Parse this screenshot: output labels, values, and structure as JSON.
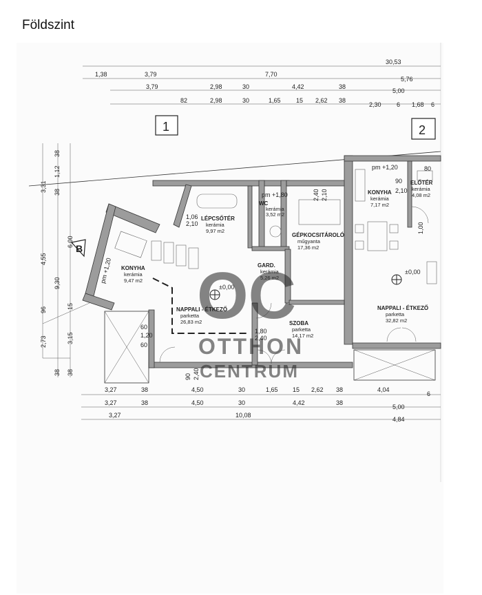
{
  "title": "Földszint",
  "unit_labels": {
    "u1": "1",
    "u2": "2",
    "section": "B"
  },
  "watermark": {
    "logo": "OC",
    "line1": "OTTHON",
    "line2": "CENTRUM"
  },
  "dims_top": [
    [
      "30,53"
    ],
    [
      "1,38",
      "3,79",
      "7,70",
      "5,76"
    ],
    [
      "3,79",
      "2,98",
      "30",
      "4,42",
      "38",
      "5,00"
    ],
    [
      "82",
      "2,98",
      "30",
      "1,65",
      "15",
      "2,62",
      "38",
      "2,30",
      "6",
      "1,68",
      "6"
    ]
  ],
  "dims_bottom": [
    [
      "3,27",
      "38",
      "4,50",
      "30",
      "1,65",
      "15",
      "2,62",
      "38",
      "4,04",
      "6"
    ],
    [
      "3,27",
      "38",
      "4,50",
      "30",
      "4,42",
      "38",
      "5,00"
    ],
    [
      "3,27",
      "10,08",
      "4,84"
    ]
  ],
  "dims_left": [
    "38",
    "1,12",
    "3,31",
    "38",
    "4,55",
    "6,00",
    "9,30",
    "15",
    "96",
    "2,73",
    "3,15",
    "38",
    "38"
  ],
  "rooms": [
    {
      "name": "LÉPCSŐTÉR",
      "floor": "kerámia",
      "area": "9,97 m2"
    },
    {
      "name": "WC",
      "floor": "kerámia",
      "area": "3,52 m2"
    },
    {
      "name": "GÉPKOCSITÁROLÓ",
      "floor": "műgyanta",
      "area": "17,36 m2"
    },
    {
      "name": "KONYHA",
      "floor": "kerámia",
      "area": "9,47 m2"
    },
    {
      "name": "GARD.",
      "floor": "kerámia",
      "area": "5,26 m2"
    },
    {
      "name": "NAPPALI - ÉTKEZŐ",
      "floor": "parketta",
      "area": "26,83 m2"
    },
    {
      "name": "SZOBA",
      "floor": "parketta",
      "area": "14,17 m2"
    },
    {
      "name": "KONYHA",
      "floor": "kerámia",
      "area": "7,17 m2"
    },
    {
      "name": "ELŐTÉR",
      "floor": "kerámia",
      "area": "4,08 m2"
    },
    {
      "name": "NAPPALI - ÉTKEZŐ",
      "floor": "parketta",
      "area": "32,82 m2"
    }
  ],
  "annotations": {
    "pm1": "pm +1,20",
    "pm2": "pm +1,80",
    "pm3": "pm +1,20",
    "lvl1": "±0,00",
    "lvl2": "±0,00",
    "d_240_210": "2,40",
    "d_210": "2,10",
    "d_106": "1,06",
    "d_210b": "2,10",
    "d_90": "90",
    "d_90b": "90",
    "d_100": "1,00",
    "d_240": "2,40",
    "d_180": "1,80",
    "d_240c": "2,40",
    "d_120": "1,20",
    "d_60": "60",
    "d_60b": "60",
    "d_210c": "2,10",
    "d_80": "80"
  }
}
